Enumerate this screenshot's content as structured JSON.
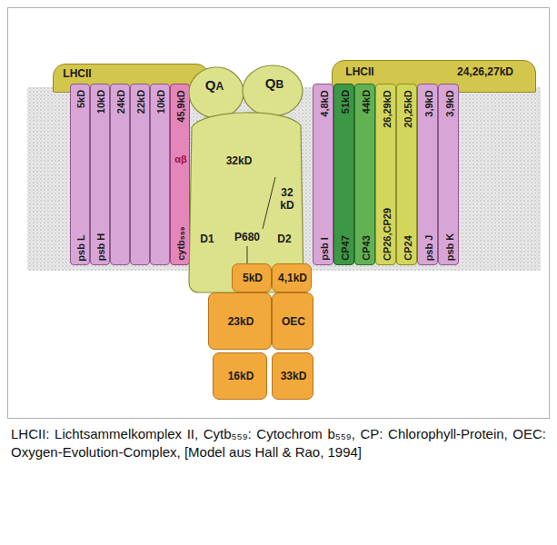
{
  "diagram": {
    "caption": "LHCII: Lichtsammelkomplex II, Cytb₅₅₉: Cytochrom b₅₅₉, CP: Chlorophyll-Protein, OEC: Oxygen-Evolution-Complex, [Model aus Hall & Rao, 1994]",
    "nodes": [
      {
        "text": [
          "LHCII"
        ]
      },
      {
        "text": [
          "LHCII",
          "24,26,27kD"
        ]
      },
      {
        "text": [
          "5kD",
          "psb L"
        ]
      },
      {
        "text": [
          "10kD",
          "psb H"
        ]
      },
      {
        "text": [
          "24kD"
        ]
      },
      {
        "text": [
          "22kD"
        ]
      },
      {
        "text": [
          "10kD"
        ]
      },
      {
        "text": [
          "45,9kD",
          "αβ",
          "cytb₅₅₉"
        ]
      },
      {
        "text": [
          "QA",
          "QB",
          "32kD",
          "32 kD",
          "D1",
          "P680",
          "D2"
        ]
      },
      {
        "text": [
          "4,8kD",
          "psb I"
        ]
      },
      {
        "text": [
          "51kD",
          "CP47"
        ]
      },
      {
        "text": [
          "44kD",
          "CP43"
        ]
      },
      {
        "text": [
          "26,29kD",
          "CP26,CP29"
        ]
      },
      {
        "text": [
          "20,25kD",
          "CP24"
        ]
      },
      {
        "text": [
          "3,9kD",
          "psb J"
        ]
      },
      {
        "text": [
          "3,9kD",
          "psb K"
        ]
      },
      {
        "text": [
          "5kD"
        ]
      },
      {
        "text": [
          "4,1kD"
        ]
      },
      {
        "text": [
          "23kD"
        ]
      },
      {
        "text": [
          "OEC"
        ]
      },
      {
        "text": [
          "16kD"
        ]
      },
      {
        "text": [
          "33kD"
        ]
      }
    ]
  }
}
